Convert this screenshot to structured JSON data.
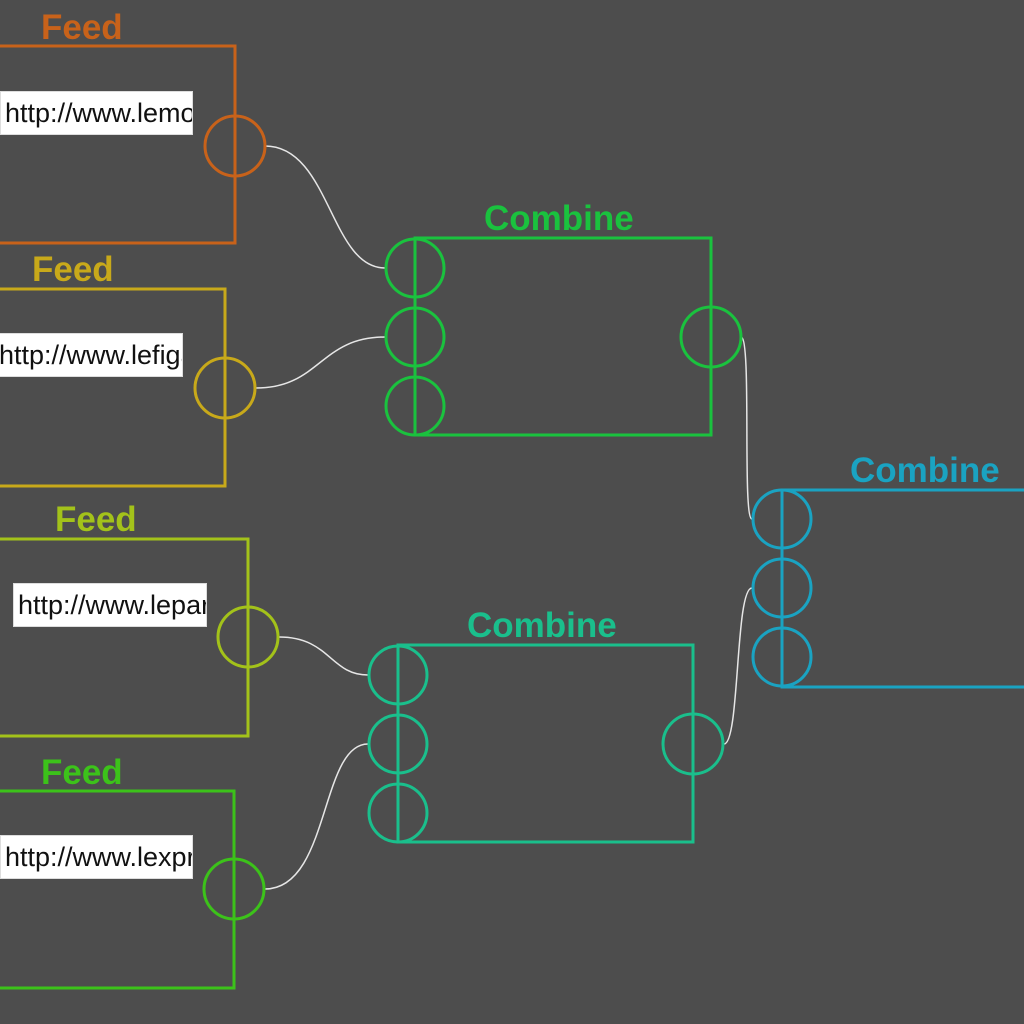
{
  "feeds": [
    {
      "title": "Feed",
      "url": "http://www.lemonde.fr",
      "color": "#c8621a"
    },
    {
      "title": "Feed",
      "url": "http://www.lefigaro.fr",
      "color": "#c8a91a"
    },
    {
      "title": "Feed",
      "url": "http://www.leparisien.fr",
      "color": "#a3c21a"
    },
    {
      "title": "Feed",
      "url": "http://www.lexpress.fr",
      "color": "#3cc21a"
    }
  ],
  "combines": [
    {
      "title": "Combine",
      "color": "#1ac23e"
    },
    {
      "title": "Combine",
      "color": "#1abf8c"
    },
    {
      "title": "Combine",
      "color": "#1aa3c2"
    }
  ],
  "wire_color": "#e6e6e6"
}
